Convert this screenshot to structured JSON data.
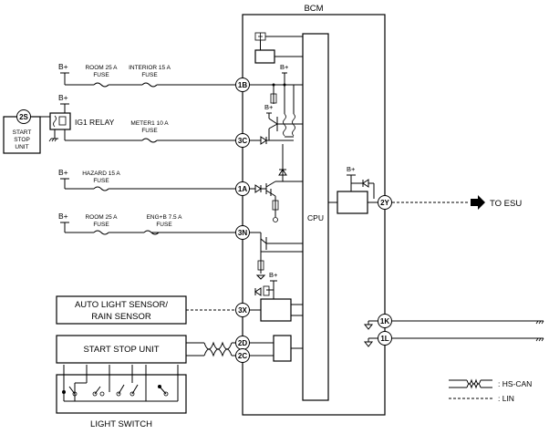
{
  "bcm": {
    "title": "BCM",
    "cpu": "CPU"
  },
  "pins": {
    "p1b": "1B",
    "p3c": "3C",
    "p1a": "1A",
    "p3n": "3N",
    "p3x": "3X",
    "p2d": "2D",
    "p2c": "2C",
    "p2y": "2Y",
    "p1k": "1K",
    "p1l": "1L",
    "p2s": "2S"
  },
  "supply": {
    "b_plus": "B+"
  },
  "fuses": {
    "room_a": "ROOM 25 A",
    "room_a_sub": "FUSE",
    "interior": "INTERIOR 15 A",
    "interior_sub": "FUSE",
    "meter": "METER1 10 A",
    "meter_sub": "FUSE",
    "hazard": "HAZARD 15 A",
    "hazard_sub": "FUSE",
    "room_b": "ROOM 25 A",
    "room_b_sub": "FUSE",
    "engb": "ENG+B 7.5 A",
    "engb_sub": "FUSE"
  },
  "relay": {
    "label": "IG1 RELAY"
  },
  "start_stop_unit_left": {
    "line1": "START",
    "line2": "STOP",
    "line3": "UNIT"
  },
  "sensor": {
    "line1": "AUTO LIGHT SENSOR/",
    "line2": "RAIN SENSOR"
  },
  "start_stop_unit": {
    "label": "START STOP UNIT"
  },
  "light_switch": {
    "label": "LIGHT SWITCH"
  },
  "esu": {
    "label": "TO ESU"
  },
  "legend": {
    "hs_can": ": HS-CAN",
    "lin": ": LIN"
  }
}
